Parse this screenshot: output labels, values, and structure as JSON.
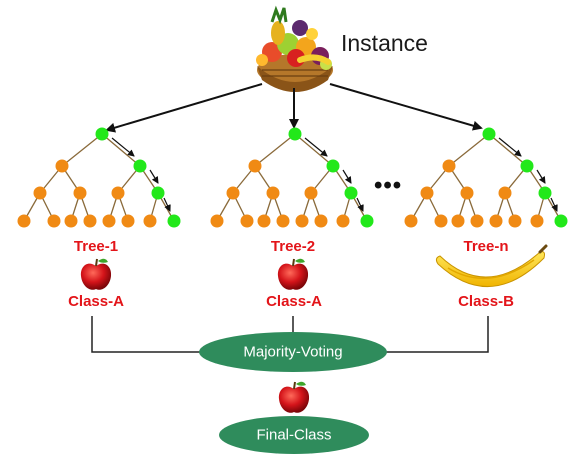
{
  "instance": {
    "label": "Instance"
  },
  "ellipsis": "•••",
  "trees": [
    {
      "name": "Tree-1",
      "class": "Class-A",
      "prediction_icon": "apple-icon"
    },
    {
      "name": "Tree-2",
      "class": "Class-A",
      "prediction_icon": "apple-icon"
    },
    {
      "name": "Tree-n",
      "class": "Class-B",
      "prediction_icon": "banana-icon"
    }
  ],
  "voting": {
    "label": "Majority-Voting"
  },
  "result": {
    "label": "Final-Class",
    "icon": "apple-icon"
  },
  "colors": {
    "node": "#f08a14",
    "path_node": "#22e81a",
    "label_red": "#e3151a",
    "ellipse": "#2f8c5c",
    "edge": "#8a6a3a",
    "connector": "#222222"
  }
}
